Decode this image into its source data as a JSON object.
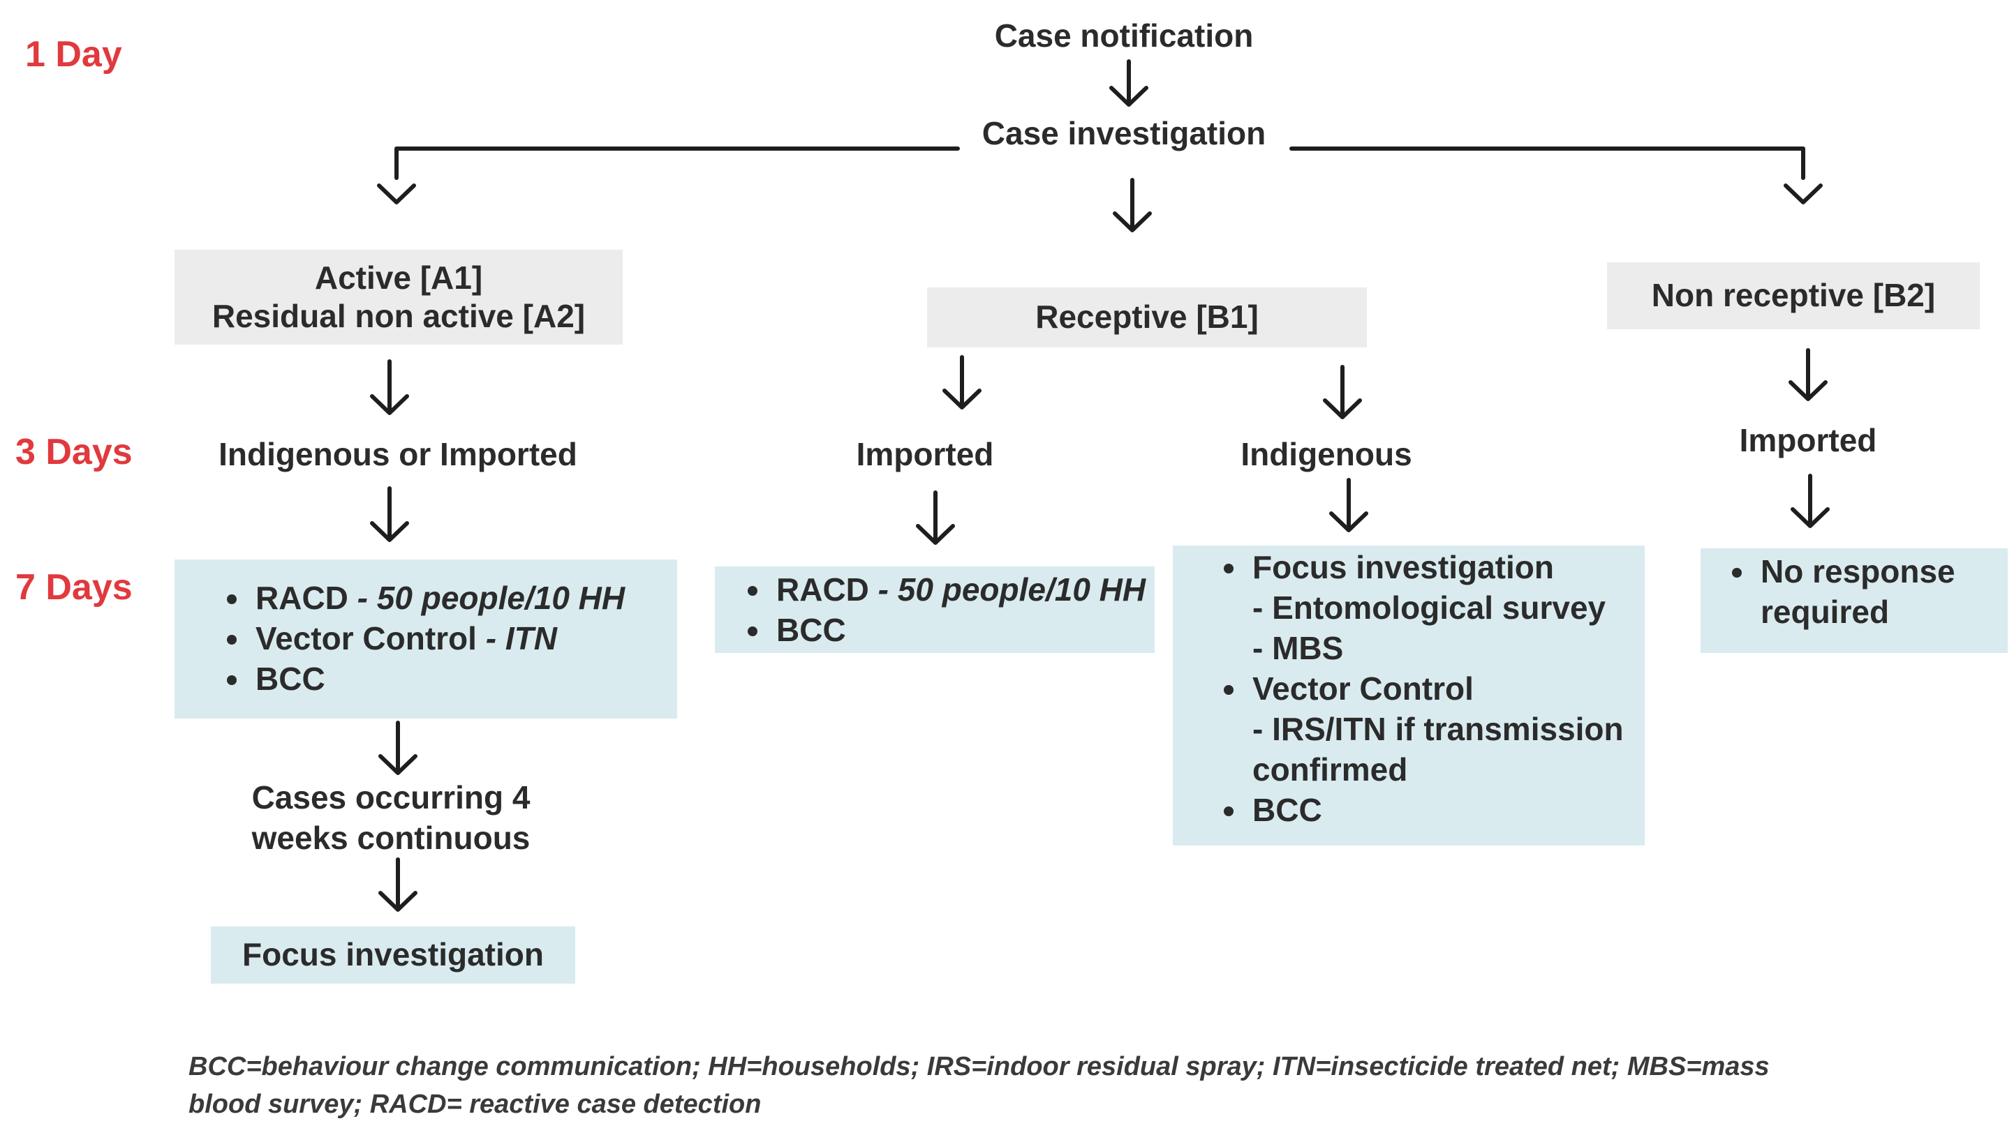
{
  "days": {
    "day1": "1 Day",
    "day3": "3 Days",
    "day7": "7 Days"
  },
  "top": {
    "case_notification": "Case notification",
    "case_investigation": "Case investigation"
  },
  "categories": {
    "active_line1": "Active [A1]",
    "active_line2": "Residual non active [A2]",
    "receptive": "Receptive [B1]",
    "non_receptive": "Non receptive [B2]"
  },
  "origins": {
    "indigenous_or_imported": "Indigenous or Imported",
    "b1_imported": "Imported",
    "b1_indigenous": "Indigenous",
    "b2_imported": "Imported"
  },
  "responses": {
    "active": {
      "racd": "RACD",
      "racd_detail": " - 50 people/10 HH",
      "vector": "Vector Control",
      "vector_detail": " - ITN",
      "bcc": "BCC"
    },
    "b1_imported": {
      "racd": "RACD",
      "racd_detail": " - 50 people/10 HH",
      "bcc": "BCC"
    },
    "b1_indigenous": {
      "focus": "Focus investigation",
      "entomological": "- Entomological survey",
      "mbs": "- MBS",
      "vector": "Vector Control",
      "irs_line1": "-  IRS/ITN if transmission",
      "irs_line2": "confirmed",
      "bcc": "BCC"
    },
    "b2_imported": {
      "line1": "No response",
      "line2": "required"
    }
  },
  "followup": {
    "cases_line1": "Cases occurring 4",
    "cases_line2": "weeks continuous",
    "focus_investigation": "Focus investigation"
  },
  "footnote": {
    "line1": "BCC=behaviour change communication;  HH=households; IRS=indoor residual spray; ITN=insecticide treated net; MBS=mass",
    "line2": "blood survey; RACD= reactive case detection"
  }
}
